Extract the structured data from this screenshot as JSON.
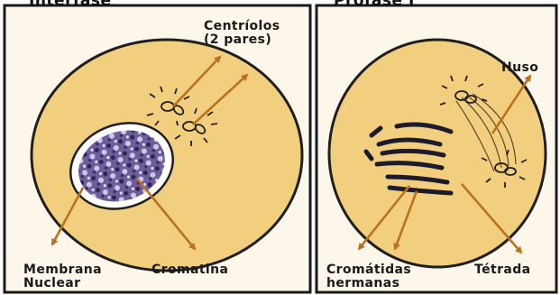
{
  "panels": [
    {
      "title": "Interfase",
      "labels": {
        "centriolos_line1": "Centríolos",
        "centriolos_line2": "(2 pares)",
        "membrana_line1": "Membrana",
        "membrana_line2": "Nuclear",
        "cromatina": "Cromatina"
      }
    },
    {
      "title": "Profase I",
      "labels": {
        "huso": "Huso",
        "cromatidas_line1": "Cromátidas",
        "cromatidas_line2": "hermanas",
        "tetrada": "Tétrada"
      }
    }
  ],
  "colors": {
    "cell_fill": "#f2cf7f",
    "panel_bg": "#fdf6ea",
    "arrow": "#b9731e",
    "nucleus": "#5b4f8a",
    "chromosome": "#1c1b2b"
  }
}
